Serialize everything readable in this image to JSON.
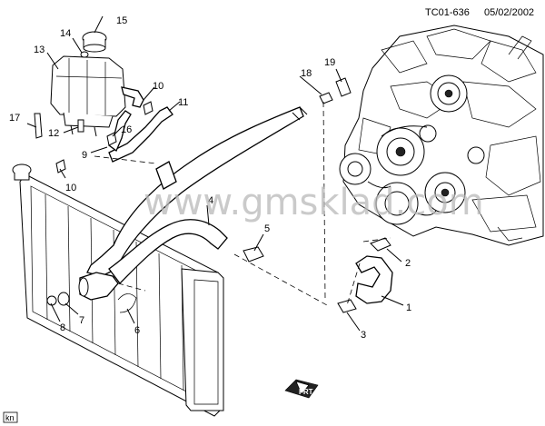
{
  "header": {
    "code": "TC01-636",
    "date": "05/02/2002"
  },
  "watermark": "www.gmsklad.com",
  "footer": {
    "left_tag": "kn",
    "front_label": "FRT"
  },
  "callouts": [
    {
      "id": "c1",
      "label": "1"
    },
    {
      "id": "c2",
      "label": "2"
    },
    {
      "id": "c3",
      "label": "3"
    },
    {
      "id": "c4",
      "label": "4"
    },
    {
      "id": "c5",
      "label": "5"
    },
    {
      "id": "c6",
      "label": "6"
    },
    {
      "id": "c7",
      "label": "7"
    },
    {
      "id": "c8",
      "label": "8"
    },
    {
      "id": "c9",
      "label": "9"
    },
    {
      "id": "c10a",
      "label": "10"
    },
    {
      "id": "c10b",
      "label": "10"
    },
    {
      "id": "c11",
      "label": "11"
    },
    {
      "id": "c12",
      "label": "12"
    },
    {
      "id": "c13",
      "label": "13"
    },
    {
      "id": "c14",
      "label": "14"
    },
    {
      "id": "c15",
      "label": "15"
    },
    {
      "id": "c16",
      "label": "16"
    },
    {
      "id": "c17",
      "label": "17"
    },
    {
      "id": "c18",
      "label": "18"
    },
    {
      "id": "c19",
      "label": "19"
    }
  ]
}
